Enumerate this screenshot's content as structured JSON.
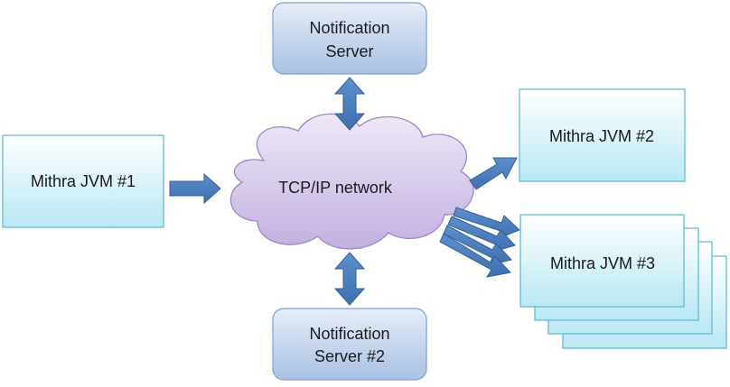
{
  "diagram": {
    "jvm1_label": "Mithra JVM #1",
    "jvm2_label": "Mithra JVM #2",
    "jvm3_label": "Mithra JVM #3",
    "network_label": "TCP/IP network",
    "notification_server_top": [
      "Notification",
      "Server"
    ],
    "notification_server_bottom": [
      "Notification",
      "Server #2"
    ]
  },
  "colors": {
    "box_fill_top": "#ffffff",
    "box_fill_bottom": "#b9e8f4",
    "box_border": "#5ab7d2",
    "server_fill_top": "#dfe8f6",
    "server_fill_bottom": "#a8c0e4",
    "server_border": "#7f9fd1",
    "cloud_fill_top": "#ece4f6",
    "cloud_fill_bottom": "#c3b2e1",
    "cloud_border": "#9d88c5",
    "arrow_fill": "#4f81bd",
    "arrow_border": "#365f91"
  }
}
